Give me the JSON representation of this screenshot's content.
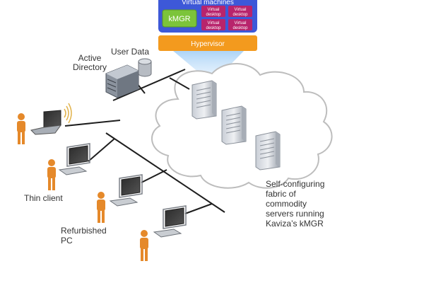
{
  "virtual_machines": {
    "title": "Virtual machines",
    "kmgr_label": "kMGR",
    "desktop_label_line1": "Virtual",
    "desktop_label_line2": "desktop"
  },
  "hypervisor": {
    "label": "Hypervisor"
  },
  "labels": {
    "user_data": "User Data",
    "active_directory_line1": "Active",
    "active_directory_line2": "Directory",
    "thin_client": "Thin client",
    "refurbished_line1": "Refurbished",
    "refurbished_line2": "PC",
    "fabric_line1": "Self-configuring",
    "fabric_line2": "fabric of",
    "fabric_line3": "commodity",
    "fabric_line4": "servers running",
    "fabric_line5": "Kaviza’s kMGR"
  },
  "colors": {
    "vm_panel": "#3d58d8",
    "kmgr_box": "#7cc43a",
    "desktop_box": "#b8246c",
    "hypervisor": "#f39a1e",
    "person": "#e5892a",
    "cloud_stroke": "#bdbdbd",
    "beam": "#cfe6fb"
  }
}
